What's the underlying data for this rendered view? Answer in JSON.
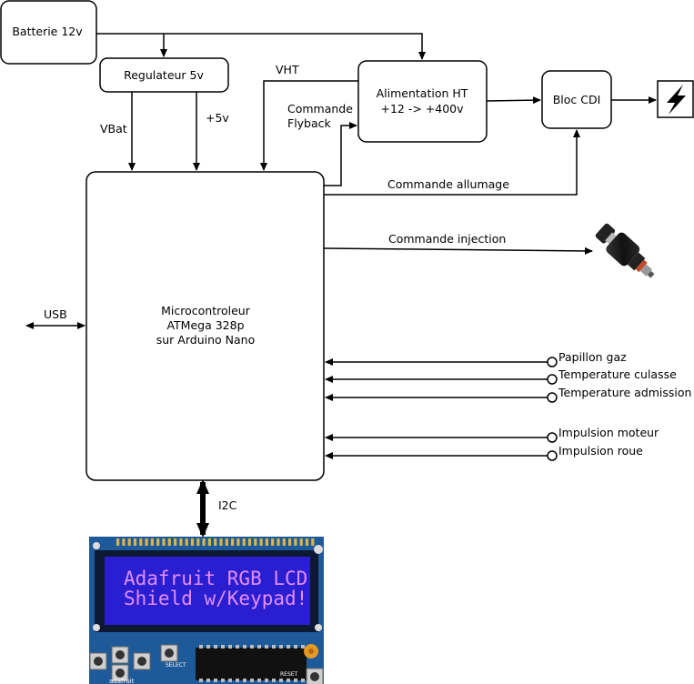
{
  "blocks": {
    "battery": "Batterie 12v",
    "regulator": "Regulateur 5v",
    "ht_line1": "Alimentation HT",
    "ht_line2": "+12 -> +400v",
    "cdi": "Bloc CDI",
    "mcu_line1": "Microcontroleur",
    "mcu_line2": "ATMega 328p",
    "mcu_line3": "sur Arduino Nano"
  },
  "signals": {
    "vbat": "VBat",
    "plus5v": "+5v",
    "vht": "VHT",
    "flyback_line1": "Commande",
    "flyback_line2": "Flyback",
    "ignition": "Commande allumage",
    "injection": "Commande injection",
    "usb": "USB",
    "i2c": "I2C"
  },
  "inputs": [
    "Papillon gaz",
    "Temperature culasse",
    "Temperature admission",
    "Impulsion moteur",
    "Impulsion roue"
  ],
  "lcd": {
    "line1": "Adafruit RGB LCD",
    "line2": "Shield w/Keypad!",
    "btn_select": "SELECT",
    "btn_reset": "RESET",
    "brand": "adafruit"
  },
  "colors": {
    "pcb": "#1e5a9a",
    "lcd_bg": "#2a1fd0",
    "lcd_text": "#e48cff"
  }
}
